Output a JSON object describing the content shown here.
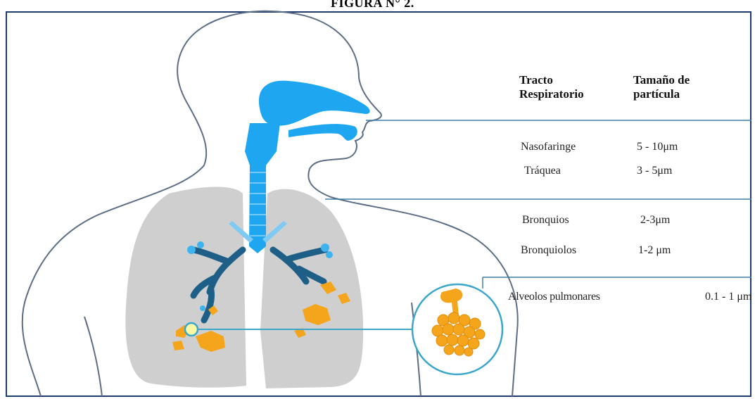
{
  "figure": {
    "title": "FIGURA N° 2."
  },
  "table": {
    "headers": {
      "tract": [
        "Tracto",
        "Respiratorio"
      ],
      "size": [
        "Tamaño de",
        "partícula"
      ]
    },
    "rows": [
      {
        "region": "Nasofaringe",
        "size": "5 - 10μm"
      },
      {
        "region": "Tráquea",
        "size": "3 - 5μm"
      },
      {
        "region": "Bronquios",
        "size": "2-3μm"
      },
      {
        "region": "Bronquiolos",
        "size": "1-2 μm"
      },
      {
        "region": "Alveolos pulmonares",
        "size": "0.1 - 1 μm"
      }
    ]
  },
  "colors": {
    "frame": "#1f3a6e",
    "airway": "#1ea7f0",
    "bronchi": "#1d5f86",
    "lung": "#cfcfcf",
    "alveoli": "#f4a51c",
    "callout": "#3aa6c9",
    "outline": "#5c6e86"
  }
}
